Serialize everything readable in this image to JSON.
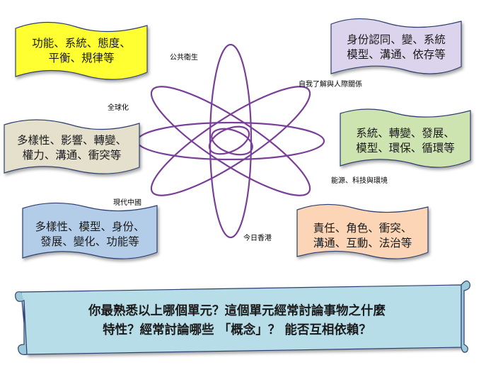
{
  "center_labels": {
    "public_health": "公共衛生",
    "self_relations": "自我了解與人際關係",
    "globalization": "全球化",
    "energy": "能源、科技與環境",
    "modern_china": "現代中國",
    "hong_kong_today": "今日香港"
  },
  "boxes": {
    "yellow": {
      "line1": "功能、系統、態度、",
      "line2": "平衡、規律等",
      "color": "#ffff33"
    },
    "purple": {
      "line1": "身份認同、變、系統",
      "line2": "模型、溝通、依存等",
      "color": "#dcd3ec"
    },
    "beige": {
      "line1": "多樣性、影響、轉變、",
      "line2": "權力、溝通、衝突等",
      "color": "#e4e0cc"
    },
    "green": {
      "line1": "系統、轉變、發展、",
      "line2": "模型、環保、循環等",
      "color": "#cde3b0"
    },
    "blue": {
      "line1": "多樣性、模型、身份、",
      "line2": "發展、變化、功能等",
      "color": "#b3cde9"
    },
    "orange": {
      "line1": "責任、角色、衝突、",
      "line2": "溝通、互動、法治等",
      "color": "#fbd5b5"
    }
  },
  "question": {
    "line1": "你最熟悉以上哪個單元？這個單元經常討論事物之什麼",
    "line2": "特性？經常討論哪些 「概念」？ 能否互相依賴？",
    "color": "#b7dde8"
  },
  "ellipse_color": "#7a3f98"
}
